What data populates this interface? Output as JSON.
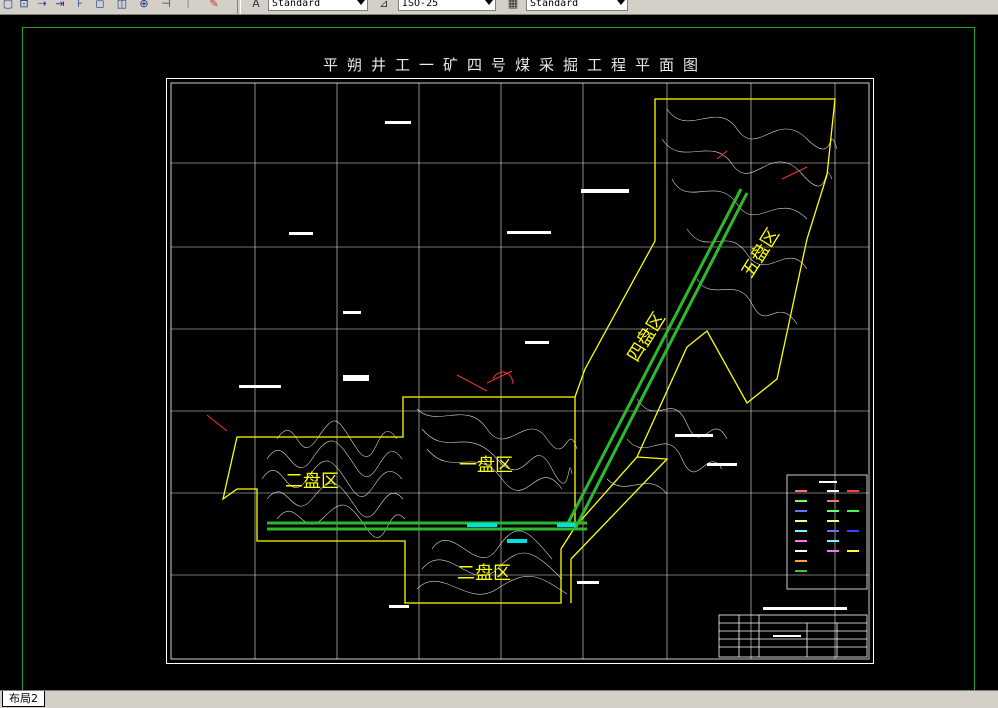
{
  "toolbar": {
    "text_style": "Standard",
    "dim_style": "ISO-25",
    "table_style": "Standard"
  },
  "drawing": {
    "title": "平朔井工一矿四号煤采掘工程平面图",
    "zones": {
      "zone1": "一盘区",
      "zone2": "二盘区",
      "zone3": "二盘区",
      "zone4": "四盘区",
      "zone5": "五盘区"
    }
  },
  "layout_tab": {
    "label": "布局2"
  },
  "colors": {
    "background": "#000000",
    "frame": "#2aa52a",
    "boundary": "#ffff00",
    "zone_label": "#ffff00",
    "roadway": "#2db82d",
    "grid": "#ffffff"
  }
}
